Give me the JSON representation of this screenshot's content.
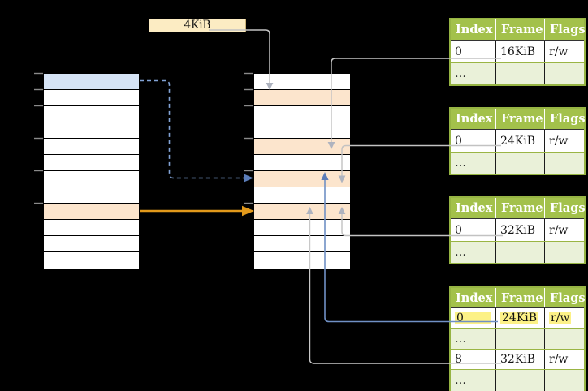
{
  "colors": {
    "background": "#000000",
    "table_header_green": "#a3c14b",
    "table_border_green": "#96b443",
    "dots_row_green": "#eaf1d9",
    "highlight_yellow": "#fcf187",
    "row_orange": "#fce5cd",
    "row_blue": "#d6e4f6",
    "label_box_cream": "#fcecc3",
    "connector_gray": "#c2c2c2",
    "connector_blue": "#7090c5",
    "connector_dashed_blue": "#82a3d6",
    "arrow_orange": "#e2991b",
    "arrow_solid_blue": "#5b7db9"
  },
  "label_box": {
    "text": "4KiB"
  },
  "left_array": {
    "rows": [
      "blue",
      "white",
      "white",
      "white",
      "white",
      "white",
      "white",
      "white",
      "orange",
      "white",
      "white",
      "white"
    ]
  },
  "middle_array": {
    "rows": [
      "white",
      "orange",
      "white",
      "white",
      "orange",
      "white",
      "orange",
      "white",
      "orange",
      "white",
      "white",
      "white"
    ]
  },
  "tick_y_positions": [
    90,
    110,
    130,
    170,
    210,
    250
  ],
  "tables": [
    {
      "name": "page-table-16kib",
      "headers": [
        "Index",
        "Frame",
        "Flags"
      ],
      "rows": [
        {
          "cells": [
            "0",
            "16KiB",
            "r/w"
          ]
        },
        {
          "cells": [
            "…",
            "",
            ""
          ],
          "dots": true
        }
      ]
    },
    {
      "name": "page-table-24kib",
      "headers": [
        "Index",
        "Frame",
        "Flags"
      ],
      "rows": [
        {
          "cells": [
            "0",
            "24KiB",
            "r/w"
          ]
        },
        {
          "cells": [
            "…",
            "",
            ""
          ],
          "dots": true
        }
      ]
    },
    {
      "name": "page-table-32kib",
      "headers": [
        "Index",
        "Frame",
        "Flags"
      ],
      "rows": [
        {
          "cells": [
            "0",
            "32KiB",
            "r/w"
          ]
        },
        {
          "cells": [
            "…",
            "",
            ""
          ],
          "dots": true
        }
      ]
    },
    {
      "name": "page-table-level2",
      "headers": [
        "Index",
        "Frame",
        "Flags"
      ],
      "rows": [
        {
          "cells": [
            "0",
            "24KiB",
            "r/w"
          ],
          "highlight": true
        },
        {
          "cells": [
            "…",
            "",
            ""
          ],
          "dots": true
        },
        {
          "cells": [
            "8",
            "32KiB",
            "r/w"
          ]
        },
        {
          "cells": [
            "…",
            "",
            ""
          ],
          "dots": true
        }
      ]
    }
  ],
  "connections": [
    {
      "from": "4KiB-label",
      "to": "middle-array-row-1",
      "style": "gray-down-arrow"
    },
    {
      "from": "page-table-16kib-row-0",
      "to": "middle-array-row-4",
      "style": "gray-down-arrow"
    },
    {
      "from": "page-table-24kib-row-0",
      "to": "middle-array-row-6",
      "style": "gray-down-arrow"
    },
    {
      "from": "page-table-32kib-row-0",
      "to": "middle-array-row-8",
      "style": "gray-up-arrow"
    },
    {
      "from": "page-table-level2-row-0",
      "to": "middle-array-row-6",
      "style": "blue-up-arrow"
    },
    {
      "from": "page-table-level2-row-8",
      "to": "middle-array-row-8",
      "style": "gray-up-arrow"
    },
    {
      "from": "left-array-row-0",
      "to": "middle-array-row-6",
      "style": "dashed-blue-right-arrow"
    },
    {
      "from": "left-array-row-8",
      "to": "middle-array-row-8",
      "style": "orange-right-arrow"
    }
  ]
}
